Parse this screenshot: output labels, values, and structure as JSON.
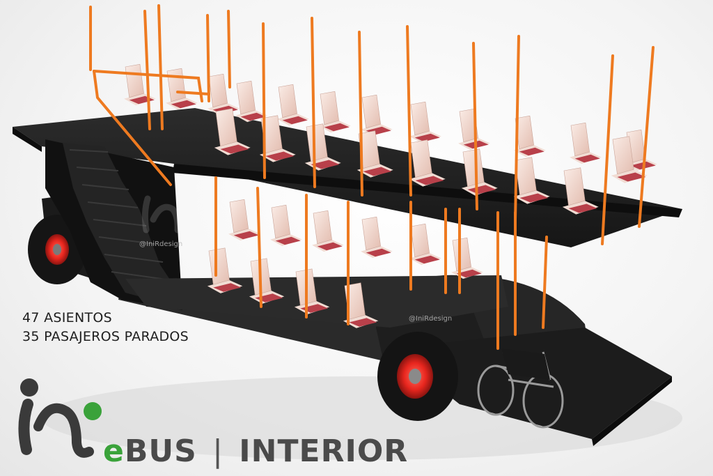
{
  "specs": {
    "seats": "47 ASIENTOS",
    "standing": "35 PASAJEROS PARADOS"
  },
  "brand": {
    "e": "e",
    "bus": "BUS",
    "separator": "|",
    "interior": "INTERIOR"
  },
  "watermark": "@IniRdesign",
  "colors": {
    "deck": "#262626",
    "pole": "#ee7a20",
    "seat_shell": "#f3d6cc",
    "seat_cushion": "#b8404a",
    "wheel_hub": "#e8261e",
    "logo_dot": "#3aa23a"
  }
}
